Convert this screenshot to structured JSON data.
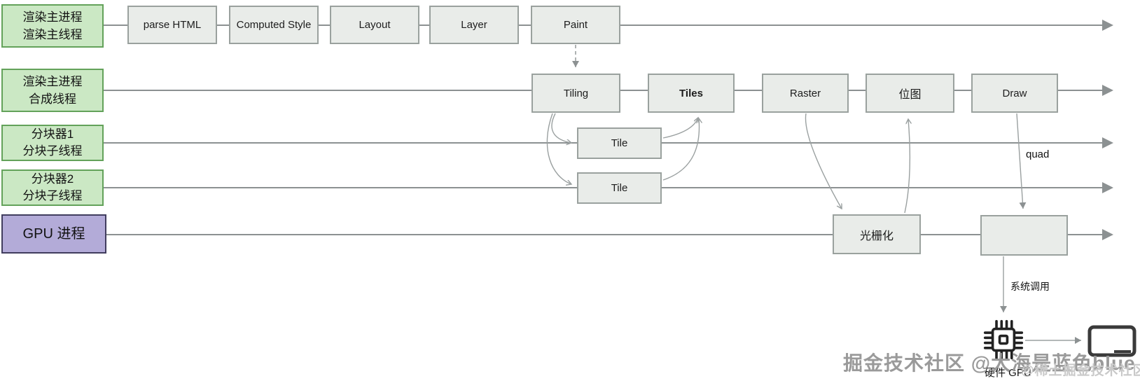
{
  "lanes": [
    {
      "id": "render-main-thread",
      "line1": "渲染主进程",
      "line2": "渲染主线程"
    },
    {
      "id": "compositor-thread",
      "line1": "渲染主进程",
      "line2": "合成线程"
    },
    {
      "id": "tiler-1",
      "line1": "分块器1",
      "line2": "分块子线程"
    },
    {
      "id": "tiler-2",
      "line1": "分块器2",
      "line2": "分块子线程"
    },
    {
      "id": "gpu-process",
      "line1": "GPU 进程"
    }
  ],
  "nodes": {
    "parse_html": "parse HTML",
    "computed_style": "Computed Style",
    "layout": "Layout",
    "layer": "Layer",
    "paint": "Paint",
    "tiling": "Tiling",
    "tiles": "Tiles",
    "raster": "Raster",
    "bitmap": "位图",
    "draw": "Draw",
    "tile1": "Tile",
    "tile2": "Tile",
    "rasterize": "光栅化",
    "gpu_output": ""
  },
  "annotations": {
    "quad": "quad",
    "system_call": "系统调用",
    "hardware_gpu": "硬件 GPU"
  },
  "watermarks": {
    "primary": "掘金技术社区 @大海是蓝色blue",
    "secondary": "@稀土掘金技术社区"
  },
  "colors": {
    "lane_label_fill": "#cbe8c4",
    "lane_label_border": "#63a25a",
    "gpu_label_fill": "#b3abd8",
    "gpu_label_border": "#413d5e",
    "node_fill": "#e9ece9",
    "node_border": "#9aa19e",
    "lane_line": "#8c9192",
    "connector": "#9aa0a0",
    "watermark_primary": "#9a9a9a",
    "watermark_secondary": "#c9c9c9"
  }
}
